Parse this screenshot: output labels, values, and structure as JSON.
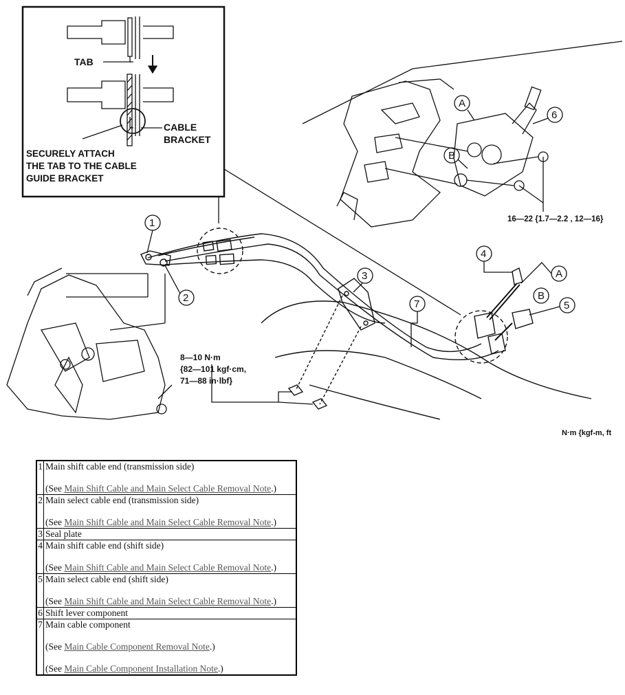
{
  "inset": {
    "tab_label": "TAB",
    "cable_bracket": [
      "CABLE",
      "BRACKET"
    ],
    "instruction": [
      "SECURELY ATTACH",
      "THE TAB TO THE CABLE",
      "GUIDE BRACKET"
    ]
  },
  "callouts": [
    "1",
    "2",
    "3",
    "4",
    "5",
    "6",
    "7"
  ],
  "letters": [
    "A",
    "B"
  ],
  "torque": {
    "upper": "16—22 {1.7—2.2 , 12—16}",
    "lower": [
      "8—10 N·m",
      "{82—101 kgf·cm,",
      "71—88 in·lbf}"
    ],
    "units": "N·m {kgf-m, ft"
  },
  "parts": [
    {
      "num": "1",
      "name": "Main shift cable end (transmission side)",
      "notes": [
        {
          "pre": "(See ",
          "link": "Main Shift Cable and Main Select Cable Removal Note",
          "post": ".)"
        }
      ]
    },
    {
      "num": "2",
      "name": "Main select cable end (transmission side)",
      "notes": [
        {
          "pre": "(See ",
          "link": "Main Shift Cable and Main Select Cable Removal Note",
          "post": ".)"
        }
      ]
    },
    {
      "num": "3",
      "name": "Seal plate",
      "notes": []
    },
    {
      "num": "4",
      "name": "Main shift cable end (shift side)",
      "notes": [
        {
          "pre": "(See ",
          "link": "Main Shift Cable and Main Select Cable Removal Note",
          "post": ".)"
        }
      ]
    },
    {
      "num": "5",
      "name": "Main select cable end (shift side)",
      "notes": [
        {
          "pre": "(See ",
          "link": "Main Shift Cable and Main Select Cable Removal Note",
          "post": ".)"
        }
      ]
    },
    {
      "num": "6",
      "name": "Shift lever component",
      "notes": []
    },
    {
      "num": "7",
      "name": "Main cable component",
      "notes": [
        {
          "pre": "(See ",
          "link": "Main Cable Component Removal Note",
          "post": ".)"
        },
        {
          "pre": "(See ",
          "link": "Main Cable Component Installation Note",
          "post": ".)"
        }
      ]
    }
  ]
}
